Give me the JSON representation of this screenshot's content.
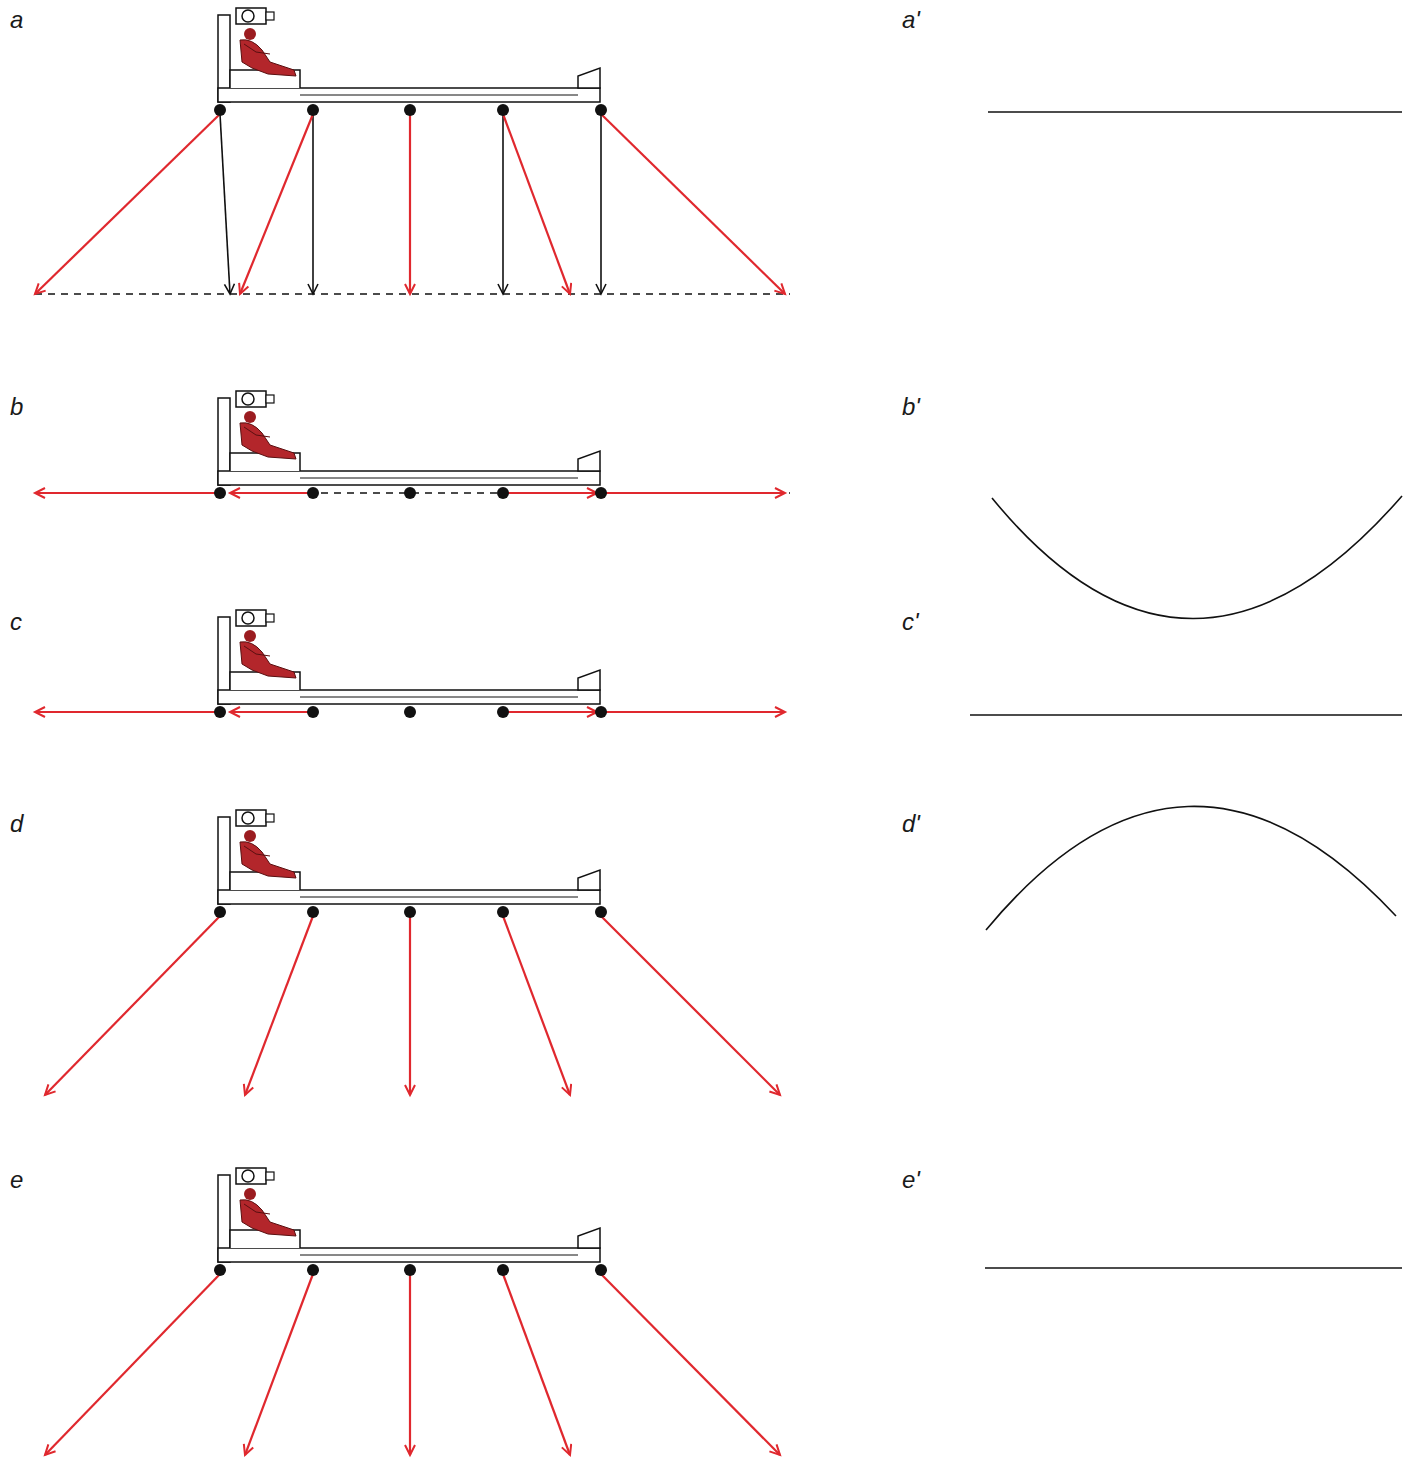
{
  "diagram": {
    "labels": [
      "a",
      "a'",
      "b",
      "b'",
      "c",
      "c'",
      "d",
      "d'",
      "e",
      "e'"
    ]
  }
}
